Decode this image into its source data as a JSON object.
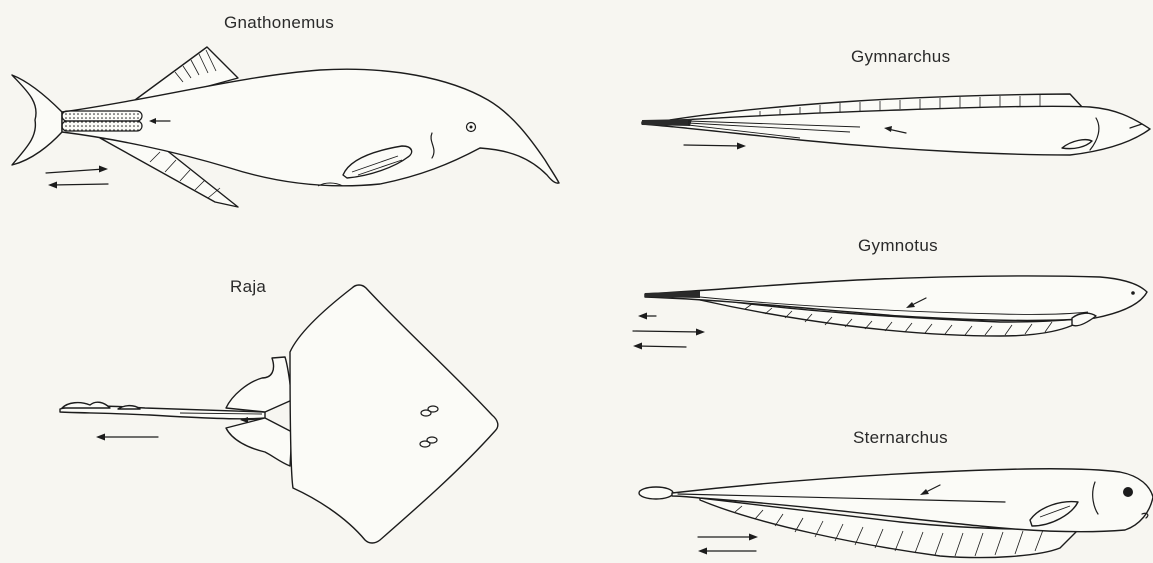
{
  "figure": {
    "ink_color": "#1c1c1c",
    "paper_color": "#f7f6f1",
    "labels": {
      "gnathonemus": "Gnathonemus",
      "gymnarchus": "Gymnarchus",
      "raja": "Raja",
      "gymnotus": "Gymnotus",
      "sternarchus": "Sternarchus"
    }
  }
}
